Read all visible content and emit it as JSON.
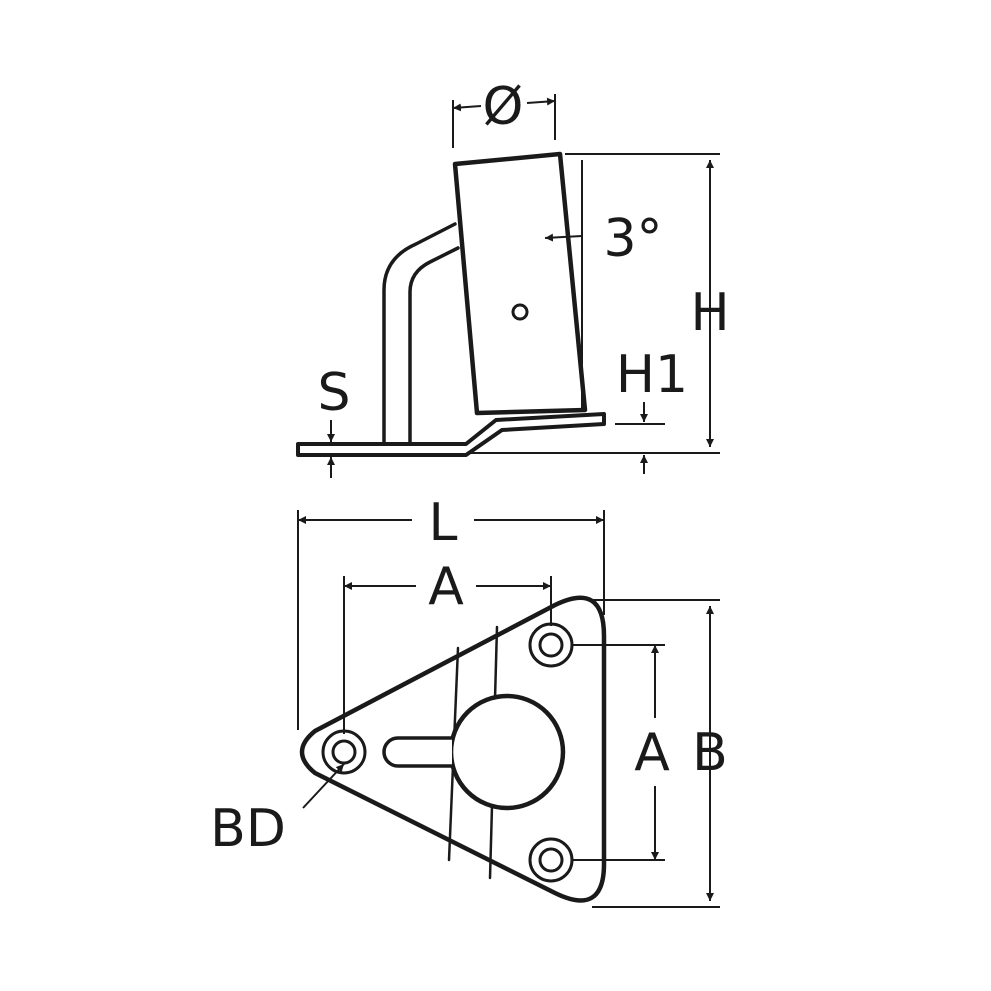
{
  "side_view": {
    "diameter_label": "Ø",
    "angle_label": "3°",
    "height_label": "H",
    "height1_label": "H1",
    "thickness_label": "S"
  },
  "top_view": {
    "length_label": "L",
    "spacing_a_horizontal_label": "A",
    "spacing_a_vertical_label": "A",
    "width_label": "B",
    "bore_label": "BD"
  },
  "colors": {
    "line": "#1a1a1a",
    "background": "#ffffff"
  }
}
